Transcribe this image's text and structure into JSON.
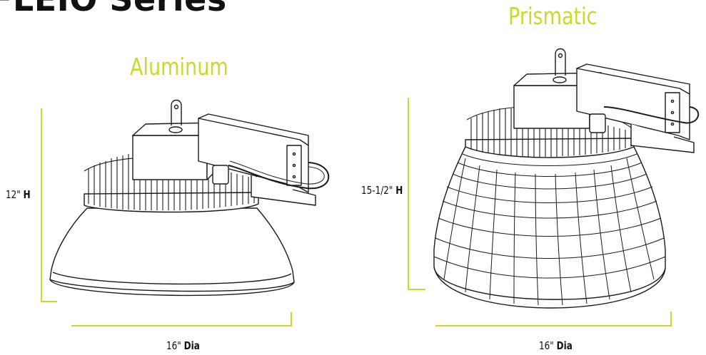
{
  "header": {
    "series_title": "FLEIO Series"
  },
  "variants": [
    {
      "name": "Aluminum",
      "height_value": "12\"",
      "height_unit": "H",
      "diameter_value": "16\"",
      "diameter_unit": "Dia"
    },
    {
      "name": "Prismatic",
      "height_value": "15-1/2\"",
      "height_unit": "H",
      "diameter_value": "16\"",
      "diameter_unit": "Dia"
    }
  ],
  "colors": {
    "accent": "#cbd92b",
    "line": "#1a1a1a",
    "fill": "#ffffff"
  },
  "icons": [
    "aluminum-high-bay-fixture-icon",
    "prismatic-high-bay-fixture-icon"
  ]
}
